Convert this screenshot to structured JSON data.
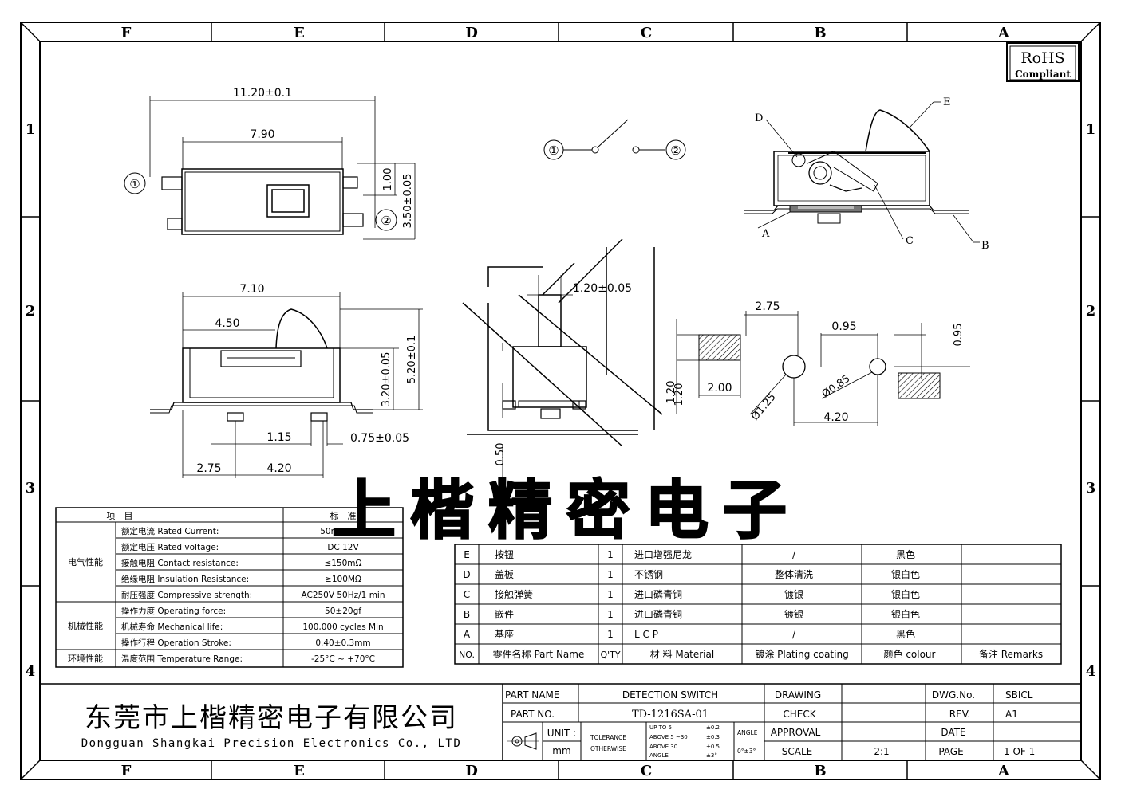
{
  "border": {
    "top_labels": [
      "F",
      "E",
      "D",
      "C",
      "B",
      "A"
    ],
    "bottom_labels": [
      "F",
      "E",
      "D",
      "C",
      "B",
      "A"
    ],
    "left_labels": [
      "1",
      "2",
      "3",
      "4"
    ],
    "right_labels": [
      "1",
      "2",
      "3",
      "4"
    ]
  },
  "rohs": {
    "line1": "RoHS",
    "line2": "Compliant"
  },
  "top_view": {
    "overall_width": "11.20±0.1",
    "inner_width": "7.90",
    "gap": "1.00",
    "height": "3.50±0.05",
    "terminal1": "①",
    "terminal2": "②"
  },
  "schematic": {
    "t1": "①",
    "t2": "②"
  },
  "section_view": {
    "D": "D",
    "E": "E",
    "A": "A",
    "C": "C",
    "B": "B"
  },
  "side_view": {
    "len1": "7.10",
    "len2": "4.50",
    "h1": "3.20±0.05",
    "h2": "5.20±0.1",
    "d1": "1.15",
    "d2": "0.75±0.05",
    "d3": "2.75",
    "d4": "4.20"
  },
  "front_view": {
    "w": "1.20±0.05",
    "h1": "1.20",
    "h2": "0.50"
  },
  "pcb_layout": {
    "a": "2.75",
    "b": "0.95",
    "c": "0.95",
    "d": "2.00",
    "e": "Ø1.25",
    "f": "Ø0.85",
    "g": "4.20"
  },
  "watermark": "上楷精密电子",
  "spec_table": {
    "header": [
      "项　目",
      "标　准"
    ],
    "groups": [
      {
        "name": "电气性能",
        "rows": [
          {
            "item": "额定电流  Rated Current:",
            "value": "50mA MAX"
          },
          {
            "item": "额定电压  Rated voltage:",
            "value": "DC 12V"
          },
          {
            "item": "接触电阻  Contact resistance:",
            "value": "≤150mΩ"
          },
          {
            "item": "绝缘电阻  Insulation Resistance:",
            "value": "≥100MΩ"
          },
          {
            "item": "耐压强度  Compressive strength:",
            "value": "AC250V  50Hz/1 min"
          }
        ]
      },
      {
        "name": "机械性能",
        "rows": [
          {
            "item": "操作力度  Operating force:",
            "value": "50±20gf"
          },
          {
            "item": "机械寿命  Mechanical life:",
            "value": "100,000 cycles Min"
          },
          {
            "item": "操作行程  Operation Stroke:",
            "value": "0.40±0.3mm"
          }
        ]
      },
      {
        "name": "环境性能",
        "rows": [
          {
            "item": "温度范围  Temperature Range:",
            "value": "-25°C ~ +70°C"
          }
        ]
      }
    ]
  },
  "parts_table": {
    "rows": [
      {
        "no": "E",
        "name": "按钮",
        "qty": "1",
        "material": "进口增强尼龙",
        "plating": "/",
        "colour": "黑色",
        "remarks": ""
      },
      {
        "no": "D",
        "name": "盖板",
        "qty": "1",
        "material": "不锈钢",
        "plating": "整体清洗",
        "colour": "银白色",
        "remarks": ""
      },
      {
        "no": "C",
        "name": "接触弹簧",
        "qty": "1",
        "material": "进口磷青铜",
        "plating": "镀银",
        "colour": "银白色",
        "remarks": ""
      },
      {
        "no": "B",
        "name": "嵌件",
        "qty": "1",
        "material": "进口磷青铜",
        "plating": "镀银",
        "colour": "银白色",
        "remarks": ""
      },
      {
        "no": "A",
        "name": "基座",
        "qty": "1",
        "material": "L C P",
        "plating": "/",
        "colour": "黑色",
        "remarks": ""
      }
    ],
    "header": {
      "no": "NO.",
      "name": "零件名称  Part Name",
      "qty": "Q'TY",
      "material": "材 料  Material",
      "plating": "镀涂  Plating coating",
      "colour": "颜色    colour",
      "remarks": "备注  Remarks"
    }
  },
  "title_block": {
    "company_cn": "东莞市上楷精密电子有限公司",
    "company_en": "Dongguan Shangkai Precision Electronics Co., LTD",
    "part_name_label": "PART NAME",
    "part_name": "DETECTION SWITCH",
    "part_no_label": "PART NO.",
    "part_no": "TD-1216SA-01",
    "unit_label": "UNIT :",
    "unit": "mm",
    "tolerance_label": "TOLERANCE",
    "otherwise_label": "OTHERWISE",
    "tol_rows": [
      "UP TO 5",
      "ABOVE 5 ~30",
      "ABOVE 30",
      "ANGLE"
    ],
    "tol_vals": [
      "±0.2",
      "±0.3",
      "±0.5",
      "±3°"
    ],
    "angle_label": "ANGLE",
    "angle_val": "0°±3°",
    "drawing": "DRAWING",
    "check": "CHECK",
    "approval": "APPROVAL",
    "scale_label": "SCALE",
    "scale": "2:1",
    "dwg_no_label": "DWG.No.",
    "dwg_no": "SBICL",
    "rev_label": "REV.",
    "rev": "A1",
    "date_label": "DATE",
    "page_label": "PAGE",
    "page": "1  OF  1"
  }
}
